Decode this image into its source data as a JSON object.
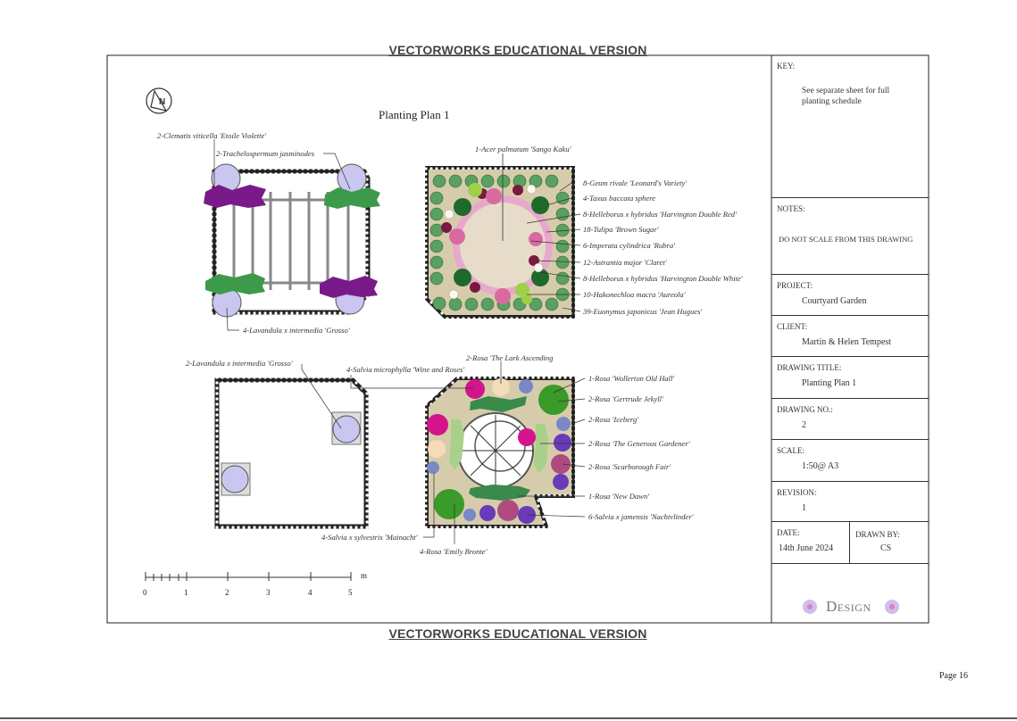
{
  "watermark": "VECTORWORKS EDUCATIONAL VERSION",
  "plan_title": "Planting Plan 1",
  "pergola_labels": [
    "2-Clematis viticella 'Etoile Violette'",
    "2-Trachelospermum jasminodes",
    "4-Lavandula x intermedia 'Grosso'"
  ],
  "bed1_top_label": "1-Acer palmatum 'Sango Kaku'",
  "bed1_labels": [
    "8-Geum rivale 'Leonard's Variety'",
    "4-Taxus baccata sphere",
    "8-Helleborus x hybridus 'Harvington Double Red'",
    "18-Tulipa 'Brown Sugar'",
    "6-Imperata cylindrica 'Rubra'",
    "12-Astrantia major 'Claret'",
    "8-Helleborus x hybridus 'Harvington Double White'",
    "10-Hakonechloa macra 'Aureola'",
    "39-Euonymus japonicus 'Jean Hugues'"
  ],
  "bed2_left_label": "2-Lavandula x intermedia 'Grosso'",
  "bed3_top_labels": [
    "4-Salvia microphylla 'Wine and Roses'",
    "2-Rosa 'The Lark Ascending"
  ],
  "bed3_labels": [
    "1-Rosa 'Wollerton Old Hall'",
    "2-Rosa 'Gertrude Jekyll'",
    "2-Rosa 'Iceberg'",
    "2-Rosa 'The Generous Gardener'",
    "2-Rosa 'Scarborough Fair'",
    "1-Rosa 'New Dawn'",
    "6-Salvia x jamensis 'Nachtvlinder'"
  ],
  "bed3_bottom_labels": [
    "4-Salvia x sylvestris 'Mainacht'",
    "4-Rosa 'Emily Bronte'"
  ],
  "scale_bar": {
    "ticks": [
      "0",
      "1",
      "2",
      "3",
      "4",
      "5"
    ],
    "unit": "m"
  },
  "title_block": {
    "key_label": "KEY:",
    "key_text": "See separate sheet for full planting schedule",
    "notes_label": "NOTES:",
    "notes_text": "DO NOT SCALE FROM THIS DRAWING",
    "project_label": "PROJECT:",
    "project": "Courtyard Garden",
    "client_label": "CLIENT:",
    "client": "Martin & Helen Tempest",
    "drawing_title_label": "DRAWING TITLE:",
    "drawing_title": "Planting Plan 1",
    "drawing_no_label": "DRAWING NO.:",
    "drawing_no": "2",
    "scale_label": "SCALE:",
    "scale": "1:50@ A3",
    "revision_label": "REVISION:",
    "revision": "1",
    "date_label": "DATE:",
    "date": "14th June 2024",
    "drawn_by_label": "DRAWN BY:",
    "drawn_by": "CS",
    "logo_text": "Design"
  },
  "page_number": "Page 16"
}
